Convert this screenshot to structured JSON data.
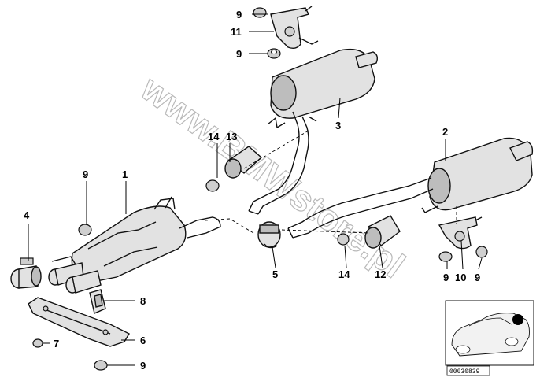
{
  "watermark": "www.BMWstore.pl",
  "callouts": {
    "c1": "1",
    "c2": "2",
    "c3": "3",
    "c4": "4",
    "c5": "5",
    "c6": "6",
    "c7": "7",
    "c8": "8",
    "c9a": "9",
    "c9b": "9",
    "c9c": "9",
    "c9d": "9",
    "c9e": "9",
    "c9f": "9",
    "c10": "10",
    "c11": "11",
    "c12": "12",
    "c13": "13",
    "c14a": "14",
    "c14b": "14"
  },
  "inset": {
    "code": "00030839"
  },
  "colors": {
    "line": "#111111",
    "fill": "#e2e2e2",
    "watermark": "#b9b9b9"
  }
}
